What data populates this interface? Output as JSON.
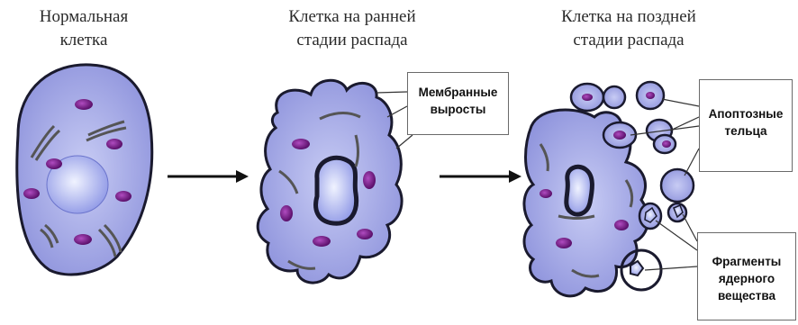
{
  "titles": {
    "normal": [
      "Нормальная",
      "клетка"
    ],
    "early": [
      "Клетка на ранней",
      "стадии распада"
    ],
    "late": [
      "Клетка на поздней",
      "стадии распада"
    ]
  },
  "labels": {
    "membrane": [
      "Мембранные",
      "выросты"
    ],
    "apoptotic": [
      "Апоптозные",
      "тельца"
    ],
    "fragments": [
      "Фрагменты",
      "ядерного",
      "вещества"
    ]
  },
  "colors": {
    "cell_fill": "#a9aee8",
    "cell_stroke": "#1a1a2e",
    "nucleus": "#cdd3f7",
    "organelle": "#7a1f8c",
    "arrow": "#111111"
  }
}
